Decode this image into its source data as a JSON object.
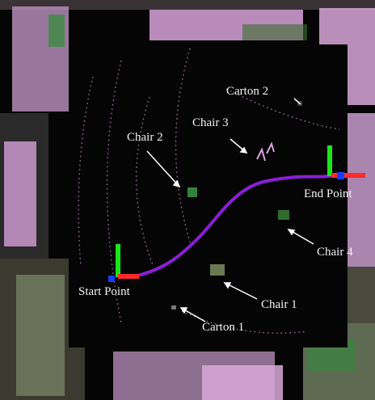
{
  "labels": {
    "carton2": "Carton 2",
    "chair3": "Chair 3",
    "chair2": "Chair 2",
    "end_point": "End Point",
    "chair4": "Chair 4",
    "start_point": "Start Point",
    "chair1": "Chair 1",
    "carton1": "Carton 1"
  },
  "colors": {
    "trajectory": "#8a1fd6",
    "wall_points": "#e8a6e6",
    "axis_x": "#ff2a2a",
    "axis_y": "#19e619",
    "axis_z": "#1a3cff",
    "background": "#050505"
  }
}
